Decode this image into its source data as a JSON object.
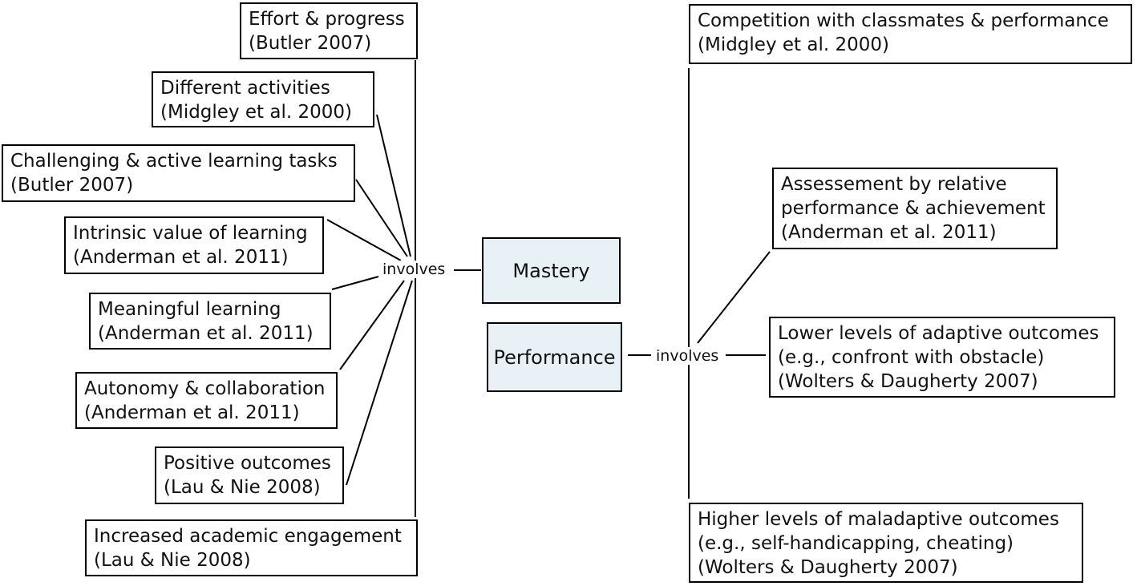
{
  "mastery": {
    "label": "Mastery",
    "connector": "involves",
    "items": [
      {
        "text": "Effort & progress",
        "ref": "(Butler 2007)"
      },
      {
        "text": "Different activities",
        "ref": "(Midgley et al. 2000)"
      },
      {
        "text": "Challenging & active learning tasks",
        "ref": "(Butler 2007)"
      },
      {
        "text": "Intrinsic value of learning",
        "ref": "(Anderman et al. 2011)"
      },
      {
        "text": "Meaningful learning",
        "ref": "(Anderman et al. 2011)"
      },
      {
        "text": "Autonomy & collaboration",
        "ref": "(Anderman et al. 2011)"
      },
      {
        "text": "Positive outcomes",
        "ref": "(Lau & Nie 2008)"
      },
      {
        "text": "Increased academic engagement",
        "ref": "(Lau & Nie 2008)"
      }
    ]
  },
  "performance": {
    "label": "Performance",
    "connector": "involves",
    "items": [
      {
        "lines": [
          "Competition with classmates & performance",
          "(Midgley et al. 2000)"
        ]
      },
      {
        "lines": [
          "Assessement by relative",
          "performance & achievement",
          "(Anderman et al. 2011)"
        ]
      },
      {
        "lines": [
          "Lower levels of adaptive outcomes",
          "(e.g., confront with obstacle)",
          "(Wolters & Daugherty 2007)"
        ]
      },
      {
        "lines": [
          "Higher levels of maladaptive outcomes",
          "(e.g., self-handicapping, cheating)",
          "(Wolters & Daugherty 2007)"
        ]
      }
    ]
  }
}
